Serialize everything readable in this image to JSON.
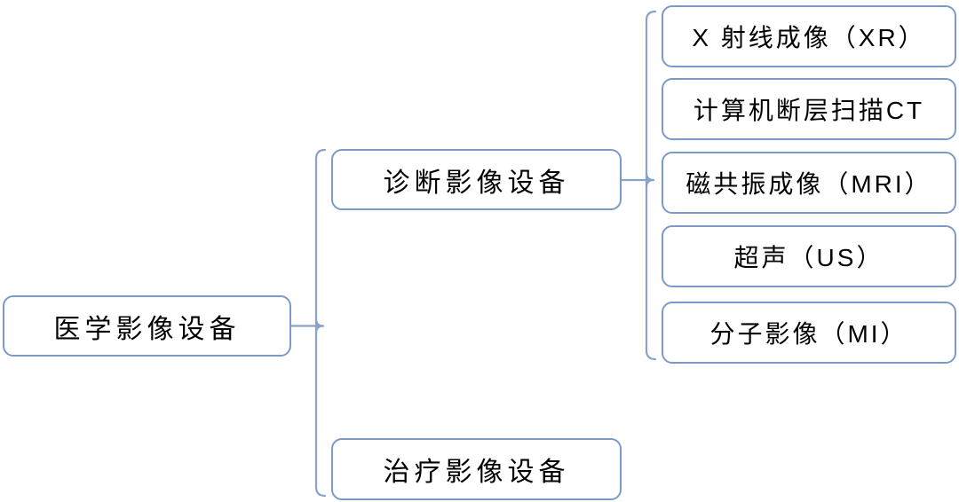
{
  "diagram": {
    "root": {
      "label": "医学影像设备"
    },
    "branches": [
      {
        "label": "诊断影像设备",
        "children": [
          {
            "label": "X 射线成像（XR）"
          },
          {
            "label": "计算机断层扫描CT"
          },
          {
            "label": "磁共振成像（MRI）"
          },
          {
            "label": "超声（US）"
          },
          {
            "label": "分子影像（MI）"
          }
        ]
      },
      {
        "label": "治疗影像设备",
        "children": []
      }
    ],
    "colors": {
      "box_border": "#7b99c9",
      "connector": "#8aa3c8",
      "text": "#000000",
      "background": "#ffffff"
    }
  }
}
